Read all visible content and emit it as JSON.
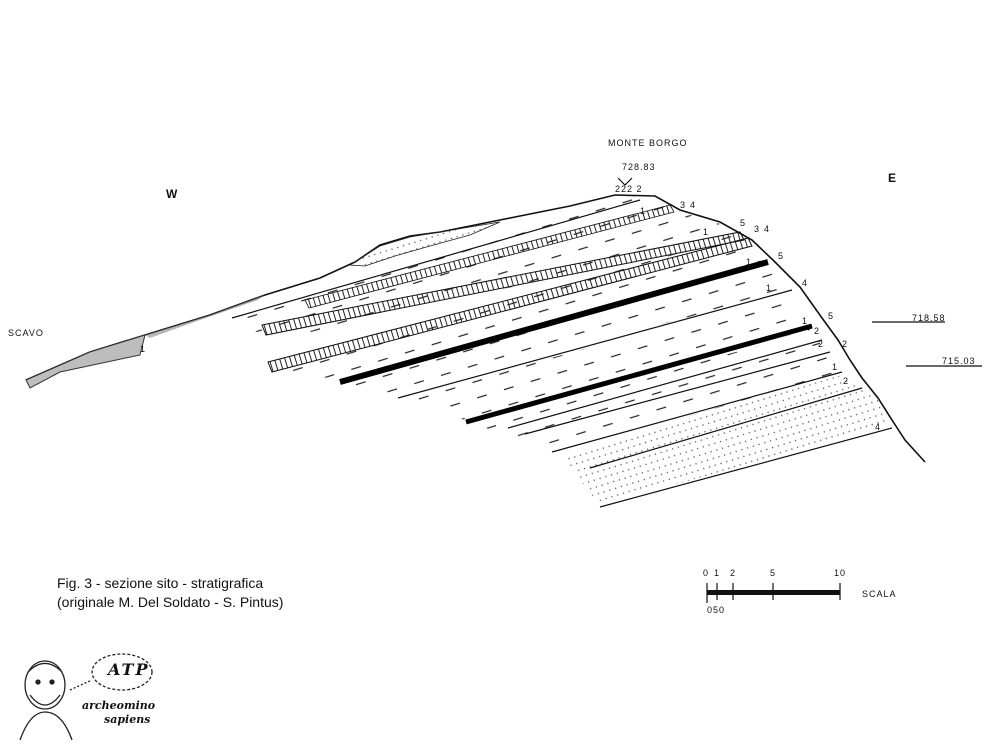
{
  "figure": {
    "orientation_left": "W",
    "orientation_right": "E",
    "peak_label": "MONTE BORGO",
    "peak_elevation": "728.83",
    "peak_layer_codes": "222  2",
    "excavation_label": "SCAVO",
    "elevation_marks": [
      "718.58",
      "715.03"
    ],
    "layer_labels": [
      "1",
      "3",
      "4",
      "5",
      "3",
      "4",
      "1",
      "1",
      "5",
      "1",
      "4",
      "5",
      "1",
      "2",
      "2",
      "2",
      "1",
      "2",
      "1",
      "4"
    ]
  },
  "caption": {
    "line1": "Fig. 3 - sezione sito - stratigrafica",
    "line2": "(originale M. Del Soldato - S. Pintus)"
  },
  "scale": {
    "ticks": [
      "0",
      "1",
      "2",
      "5",
      "10"
    ],
    "sub_ticks": "050",
    "label": "SCALA"
  },
  "logo": {
    "line1": "archeomino",
    "line2": "sapiens",
    "badge": "ATP"
  }
}
